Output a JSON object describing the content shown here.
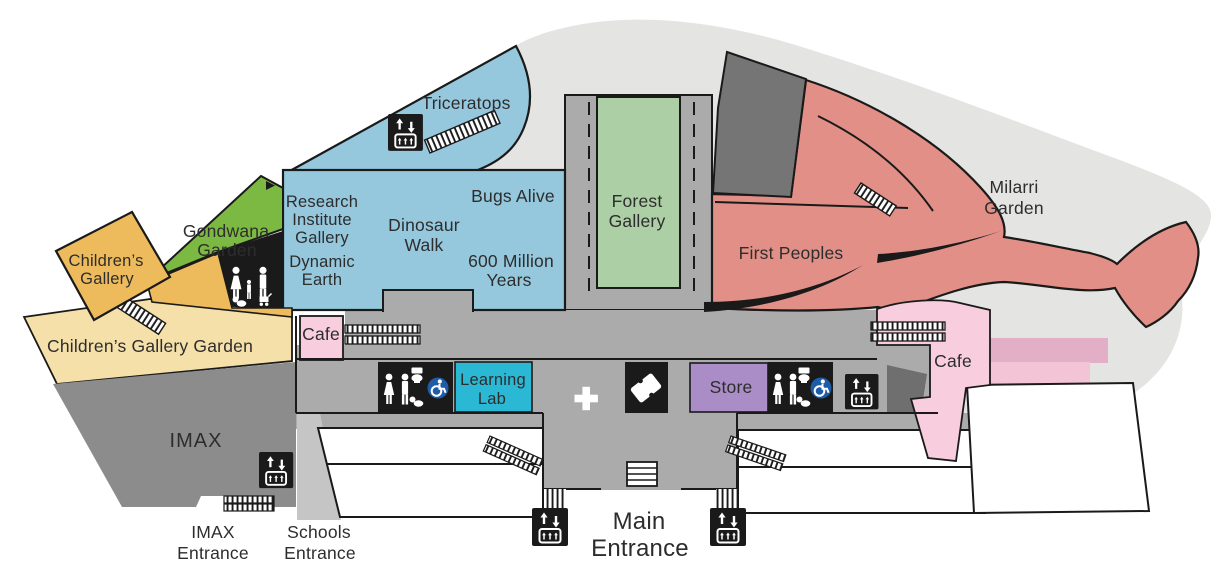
{
  "map_title": "Museum ground level floor plan",
  "colors": {
    "page_bg": "#ffffff",
    "footprint": "#E4E4E3",
    "corridor": "#ACABAB",
    "corridor_light": "#C6C5C5",
    "imax_gray": "#8C8C8C",
    "dark_room": "#757575",
    "service_dark": "#6F6F6F",
    "exhibition_blue": "#95C7DD",
    "learning_lab_teal": "#2BB8D5",
    "forest_green": "#ADCFA5",
    "garden_green": "#7CB942",
    "gallery_orange": "#EEBB5C",
    "garden_tan": "#F5E0A9",
    "first_peoples_salmon": "#E29087",
    "cafe_pink": "#F8CDDD",
    "terrace_pink": "#E3AFC7",
    "terrace_pink_light": "#F3C3D6",
    "store_purple": "#AA8DC6",
    "icon_black": "#1A1A1A",
    "access_blue": "#1E5CA8",
    "label_text": "#2D2D2D",
    "icon_white": "#FFFFFF"
  },
  "labels": {
    "triceratops": "Triceratops",
    "bugs_alive": "Bugs Alive",
    "dinosaur_walk": [
      "Dinosaur",
      "Walk"
    ],
    "research_institute_gallery": [
      "Research",
      "Institute",
      "Gallery"
    ],
    "dynamic_earth": [
      "Dynamic",
      "Earth"
    ],
    "six_hundred_million_years": [
      "600 Million",
      "Years"
    ],
    "forest_gallery": [
      "Forest",
      "Gallery"
    ],
    "first_peoples": "First Peoples",
    "milarri_garden": [
      "Milarri",
      "Garden"
    ],
    "gondwana_garden": [
      "Gondwana",
      "Garden"
    ],
    "childrens_gallery": [
      "Children’s",
      "Gallery"
    ],
    "childrens_gallery_garden": "Children’s Gallery Garden",
    "cafe_upper": "Cafe",
    "cafe_east": "Cafe",
    "learning_lab": [
      "Learning",
      "Lab"
    ],
    "store": "Store",
    "imax": "IMAX",
    "imax_entrance": [
      "IMAX",
      "Entrance"
    ],
    "schools_entrance": [
      "Schools",
      "Entrance"
    ],
    "main_entrance": [
      "Main",
      "Entrance"
    ]
  },
  "icons": {
    "lift": "lift-icon",
    "toilets": "toilets-icon",
    "accessible_toilet": "wheelchair-access-icon",
    "parents_room": "parents-room-icon",
    "tickets": "ticket-icon",
    "first_aid": "first-aid-cross-icon",
    "stairs": "stairs-hatch",
    "escalator": "escalator-hatch"
  }
}
